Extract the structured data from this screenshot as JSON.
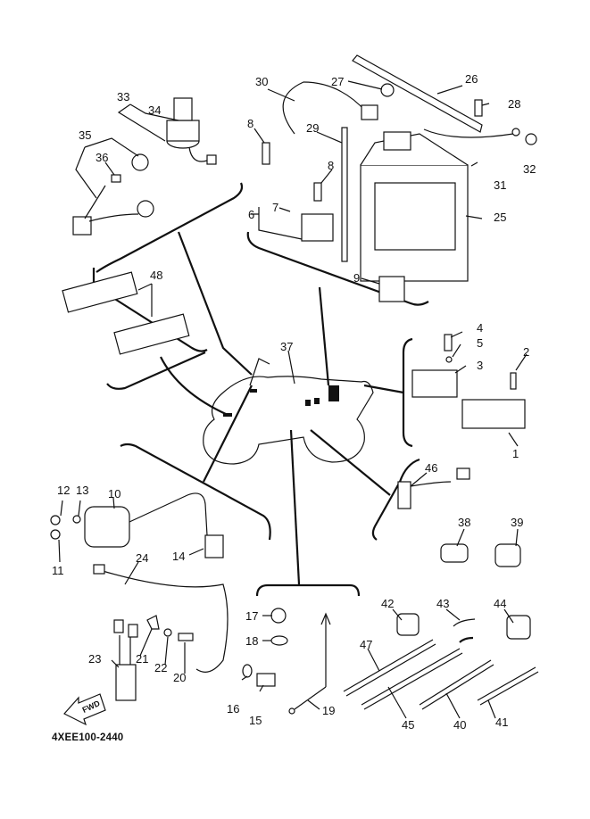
{
  "diagram": {
    "title": "Electrical parts exploded diagram",
    "drawing_code": "4XEE100-2440",
    "fwd_label": "FWD",
    "parts": [
      {
        "id": "1",
        "label": "1"
      },
      {
        "id": "2",
        "label": "2"
      },
      {
        "id": "3",
        "label": "3"
      },
      {
        "id": "4",
        "label": "4"
      },
      {
        "id": "5",
        "label": "5"
      },
      {
        "id": "6",
        "label": "6"
      },
      {
        "id": "7",
        "label": "7"
      },
      {
        "id": "8a",
        "label": "8"
      },
      {
        "id": "8b",
        "label": "8"
      },
      {
        "id": "9",
        "label": "9"
      },
      {
        "id": "10",
        "label": "10"
      },
      {
        "id": "11",
        "label": "11"
      },
      {
        "id": "12",
        "label": "12"
      },
      {
        "id": "13",
        "label": "13"
      },
      {
        "id": "14",
        "label": "14"
      },
      {
        "id": "15",
        "label": "15"
      },
      {
        "id": "16",
        "label": "16"
      },
      {
        "id": "17",
        "label": "17"
      },
      {
        "id": "18",
        "label": "18"
      },
      {
        "id": "19",
        "label": "19"
      },
      {
        "id": "20",
        "label": "20"
      },
      {
        "id": "21",
        "label": "21"
      },
      {
        "id": "22",
        "label": "22"
      },
      {
        "id": "23",
        "label": "23"
      },
      {
        "id": "24",
        "label": "24"
      },
      {
        "id": "25",
        "label": "25"
      },
      {
        "id": "26",
        "label": "26"
      },
      {
        "id": "27",
        "label": "27"
      },
      {
        "id": "28",
        "label": "28"
      },
      {
        "id": "29",
        "label": "29"
      },
      {
        "id": "30",
        "label": "30"
      },
      {
        "id": "31",
        "label": "31"
      },
      {
        "id": "32",
        "label": "32"
      },
      {
        "id": "33",
        "label": "33"
      },
      {
        "id": "34",
        "label": "34"
      },
      {
        "id": "35",
        "label": "35"
      },
      {
        "id": "36",
        "label": "36"
      },
      {
        "id": "37",
        "label": "37"
      },
      {
        "id": "38",
        "label": "38"
      },
      {
        "id": "39",
        "label": "39"
      },
      {
        "id": "40",
        "label": "40"
      },
      {
        "id": "41",
        "label": "41"
      },
      {
        "id": "42",
        "label": "42"
      },
      {
        "id": "43",
        "label": "43"
      },
      {
        "id": "44",
        "label": "44"
      },
      {
        "id": "45",
        "label": "45"
      },
      {
        "id": "46",
        "label": "46"
      },
      {
        "id": "47",
        "label": "47"
      },
      {
        "id": "48",
        "label": "48"
      }
    ]
  }
}
